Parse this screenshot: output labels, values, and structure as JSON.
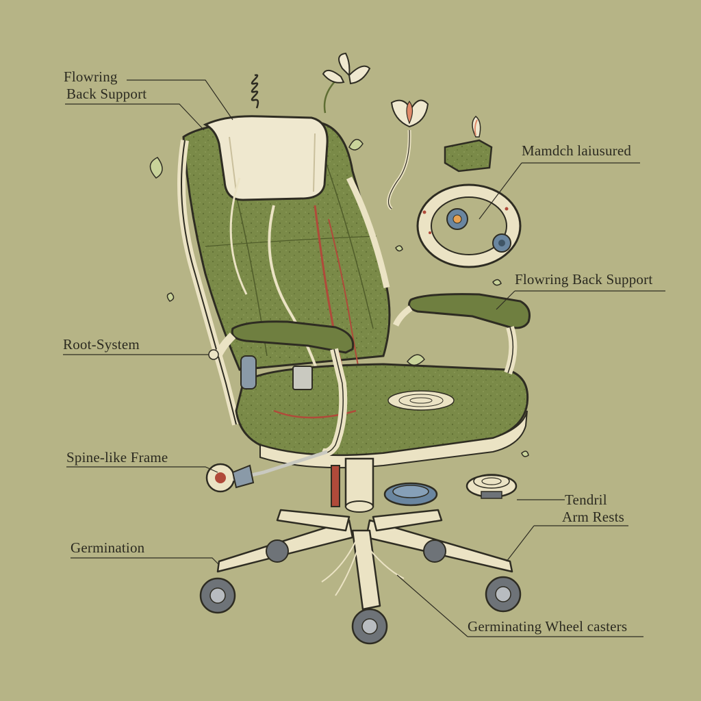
{
  "colors": {
    "background": "#b6b486",
    "moss": "#7a8a48",
    "moss_dark": "#5f6e33",
    "frame_cream": "#ebe3c4",
    "headrest_cream": "#efe8cf",
    "outline": "#2e2c22",
    "root_red": "#b04a3a",
    "caster_gray": "#6e7378",
    "gear_blue": "#6a86a0"
  },
  "labels": {
    "back_support_top_line1": "Flowring",
    "back_support_top_line2": "Back Support",
    "mamdch": "Mamdch laiusured",
    "back_support_right": "Flowring Back Support",
    "root_system": "Root-System",
    "spine_frame": "Spine-like Frame",
    "tendril_line1": "Tendril",
    "tendril_line2": "Arm Rests",
    "germination": "Germination",
    "wheel_casters": "Germinating Wheel casters"
  },
  "icons": [
    "spring-icon",
    "lotus-flower-icon",
    "bud-icon",
    "moss-block-icon",
    "gear-icon",
    "knob-icon",
    "leaf-icon"
  ]
}
